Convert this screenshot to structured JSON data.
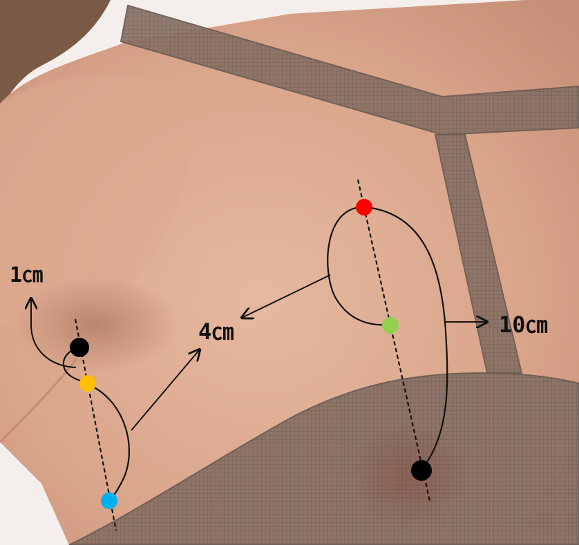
{
  "labels": {
    "armpit_width": "1㎝",
    "arc_width": "4㎝",
    "chest_width": "10㎝"
  },
  "colors": {
    "skin_light": "#e2b39a",
    "skin_mid": "#c99079",
    "skin_shadow": "#a8705a",
    "hair": "#7a5a45",
    "cover": "#8a7266",
    "cover_line": "#6b5a52",
    "line": "#111111",
    "marker_black": "#000000",
    "marker_yellow": "#ffc000",
    "marker_blue": "#00b0f0",
    "marker_red": "#ff0000",
    "marker_green": "#92d050"
  },
  "markers": [
    "marker_black",
    "marker_yellow",
    "marker_blue",
    "marker_red",
    "marker_green",
    "marker_black"
  ]
}
